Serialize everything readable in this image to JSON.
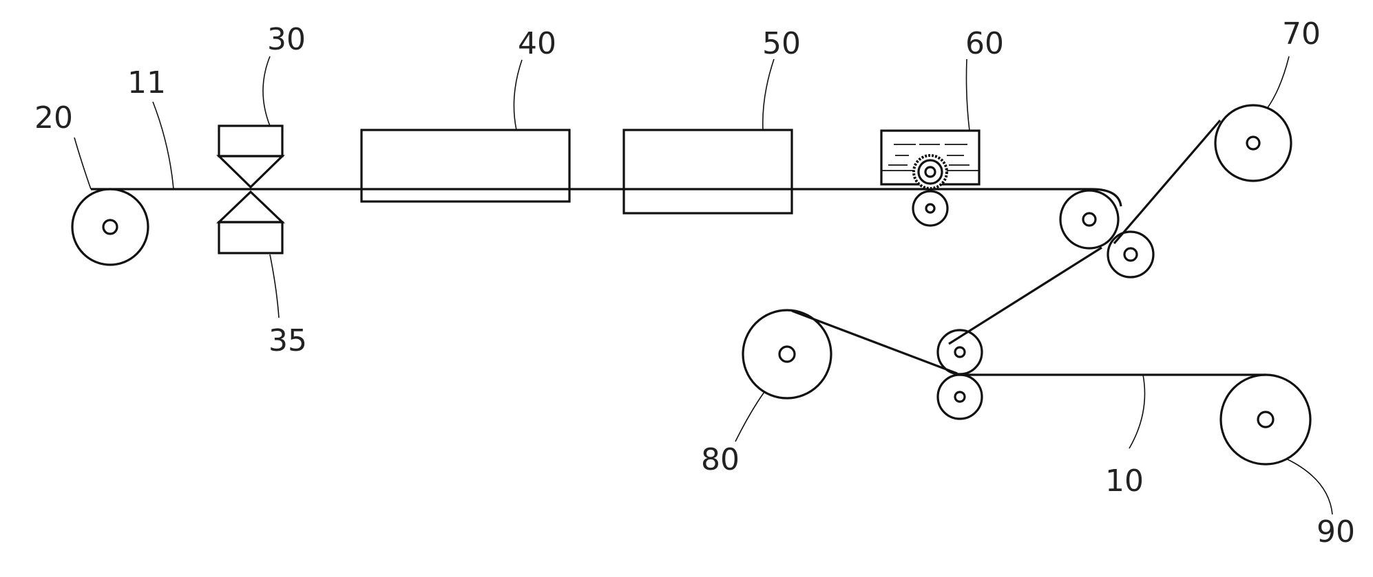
{
  "labels": {
    "l10": "10",
    "l11": "11",
    "l20": "20",
    "l30": "30",
    "l35": "35",
    "l40": "40",
    "l50": "50",
    "l60": "60",
    "l70": "70",
    "l80": "80",
    "l90": "90"
  }
}
